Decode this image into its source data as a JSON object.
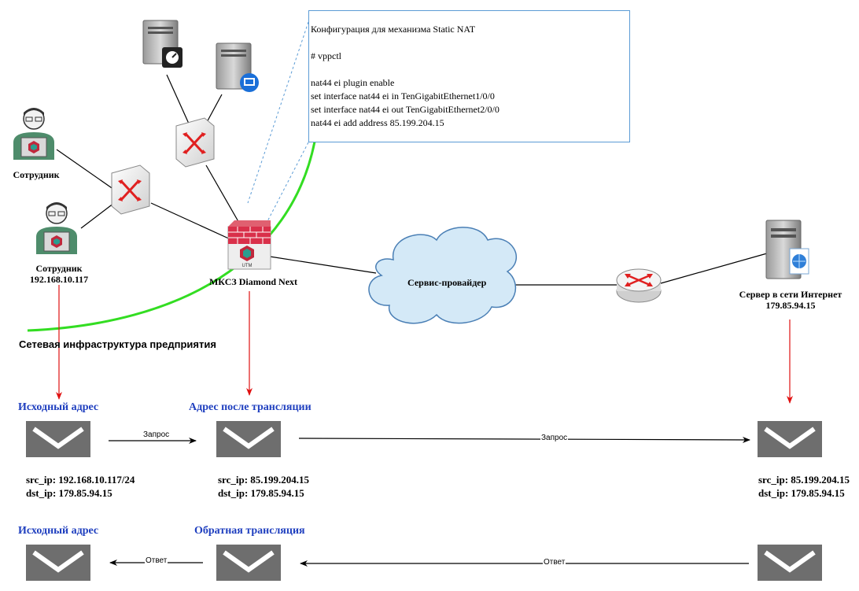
{
  "config": {
    "title": "Конфигурация для механизма Static NAT",
    "command": "# vppctl",
    "lines": [
      "nat44 ei plugin enable",
      "set interface nat44 ei in TenGigabitEthernet1/0/0",
      "set interface nat44 ei out TenGigabitEthernet2/0/0",
      "nat44 ei add address 85.199.204.15"
    ]
  },
  "nodes": {
    "employee1": {
      "label": "Сотрудник"
    },
    "employee2": {
      "label": "Сотрудник",
      "ip": "192.168.10.117"
    },
    "utm": {
      "label": "МКСЗ Diamond Next",
      "badge": "UTM"
    },
    "provider": {
      "label": "Сервис-провайдер"
    },
    "server": {
      "label": "Сервер в сети Интернет",
      "ip": "179.85.94.15"
    }
  },
  "infrastructure_label": "Сетевая инфраструктура предприятия",
  "request": {
    "source_title": "Исходный адрес",
    "translated_title": "Адрес после трансляции",
    "arrow1": "Запрос",
    "arrow2": "Запрос",
    "src": {
      "src": "src_ip: 192.168.10.117/24",
      "dst": "dst_ip: 179.85.94.15"
    },
    "translated": {
      "src": "src_ip: 85.199.204.15",
      "dst": "dst_ip: 179.85.94.15"
    },
    "server": {
      "src": "src_ip: 85.199.204.15",
      "dst": "dst_ip: 179.85.94.15"
    }
  },
  "response": {
    "source_title": "Исходный адрес",
    "reverse_title": "Обратная трансляция",
    "arrow1": "Ответ",
    "arrow2": "Ответ"
  },
  "colors": {
    "boundary": "#33dd22",
    "arrow_red": "#e01010",
    "title_blue": "#1f3fbf",
    "cloud_fill": "#d4e9f7",
    "dashed_blue": "#5b9bd5",
    "envelope": "#6e6e6e"
  }
}
